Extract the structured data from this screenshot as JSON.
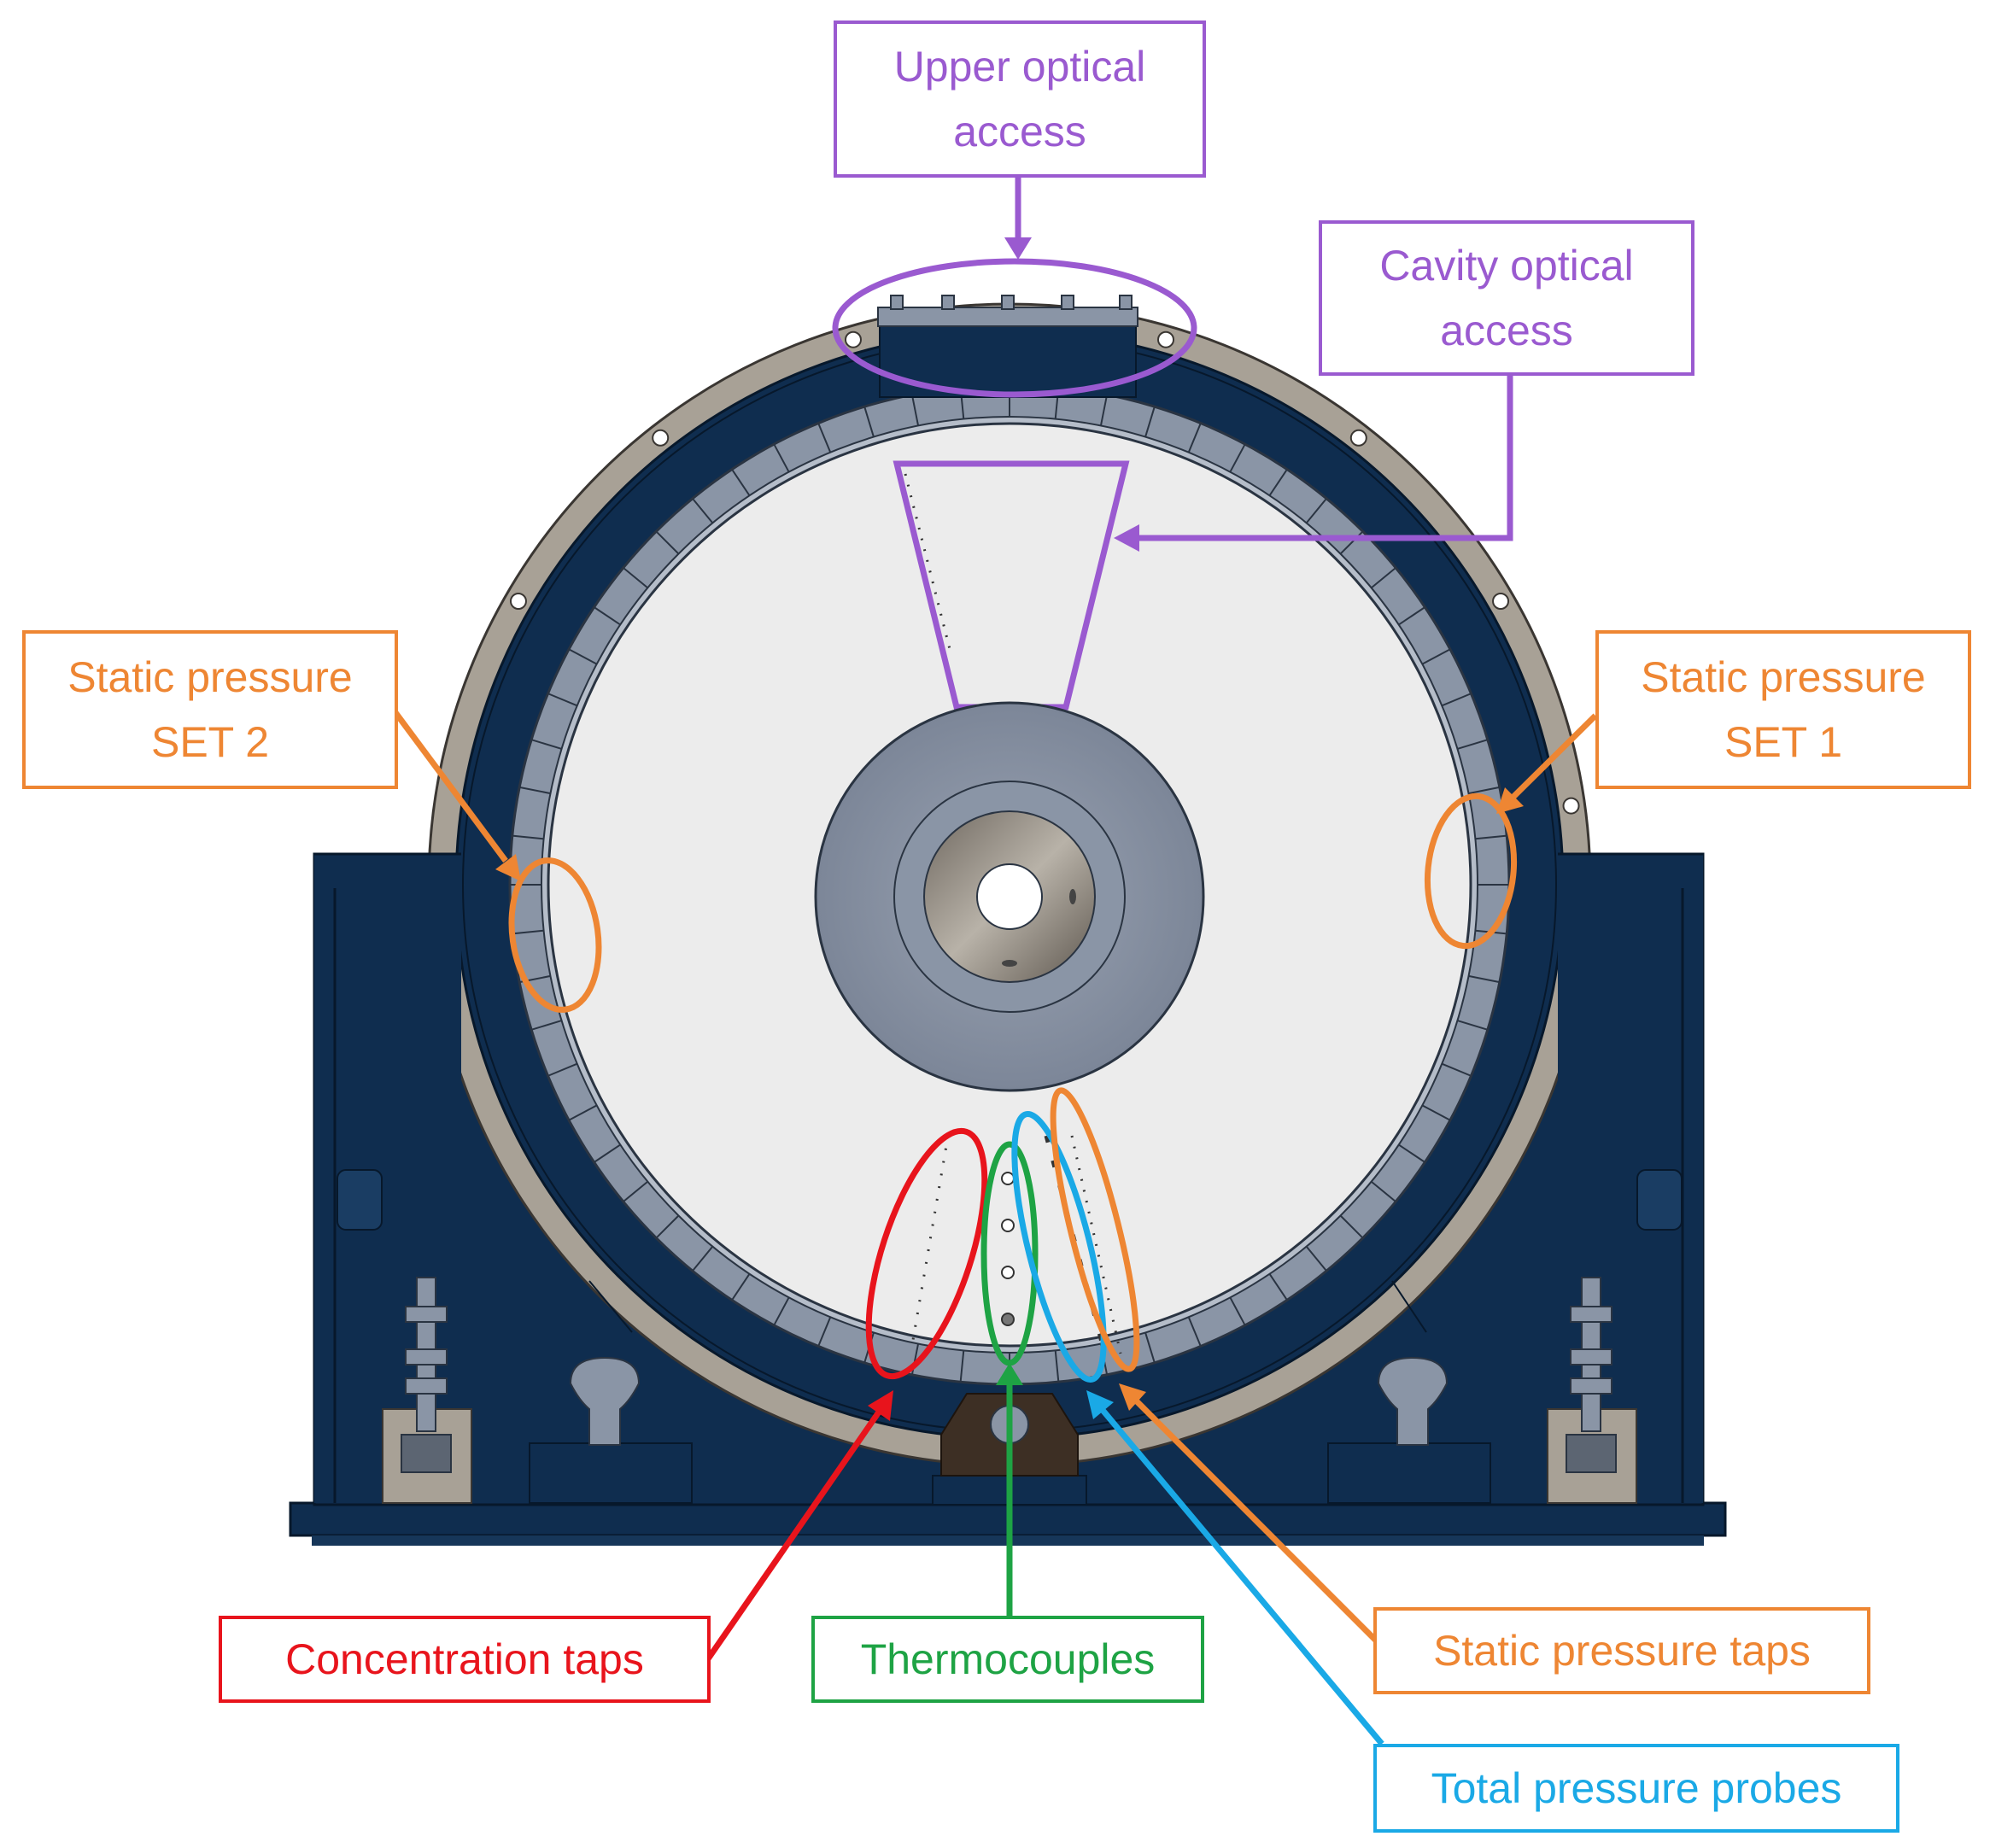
{
  "colors": {
    "purple": "#9a5ad0",
    "orange": "#ee8633",
    "red": "#e8141c",
    "green": "#1ea344",
    "blue": "#1aa9e6",
    "housing_navy": "#0f2d4f",
    "housing_navy_light": "#1a3d63",
    "ring_metal": "#8a95a6",
    "flange_tan": "#a8a196",
    "cavity_grey": "#ececec"
  },
  "labels": {
    "upper_optical": {
      "line1": "Upper optical",
      "line2": "access"
    },
    "cavity_optical": {
      "line1": "Cavity optical",
      "line2": "access"
    },
    "static_set2": {
      "line1": "Static pressure",
      "line2": "SET 2"
    },
    "static_set1": {
      "line1": "Static pressure",
      "line2": "SET 1"
    },
    "concentration": "Concentration taps",
    "thermocouples": "Thermocouples",
    "static_taps": "Static pressure taps",
    "total_pressure": "Total pressure probes"
  }
}
